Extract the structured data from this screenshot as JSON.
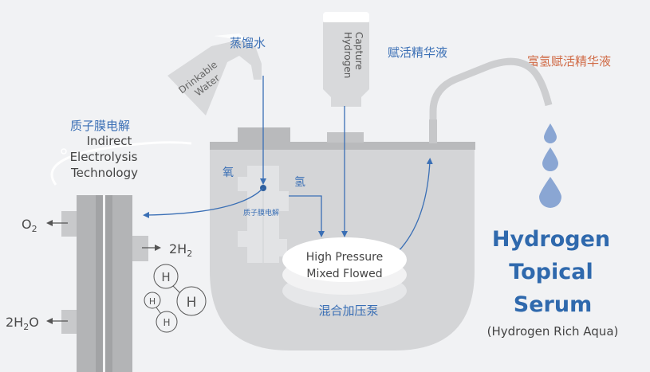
{
  "labels": {
    "distilled_water_cn": "蒸馏水",
    "drinkable_water_line1": "Drinkable",
    "drinkable_water_line2": "Water",
    "hydrogen_capture_line1": "Hydrogen",
    "hydrogen_capture_line2": "Capture",
    "activation_essence_cn": "赋活精华液",
    "rich_hydrogen_essence_cn": "富氢赋活精华液",
    "pem_electrolysis_cn": "质子膜电解",
    "indirect_line1": "Indirect",
    "indirect_line2": "Electrolysis",
    "indirect_line3": "Technology",
    "oxygen_cn": "氧",
    "hydrogen_cn": "氢",
    "pem_small_cn": "质子膜电解",
    "pump_line1": "High Pressure",
    "pump_line2": "Mixed Flowed",
    "pump_cn": "混合加压泵",
    "product_line1": "Hydrogen",
    "product_line2": "Topical",
    "product_line3": "Serum",
    "product_sub": "(Hydrogen Rich Aqua)"
  },
  "cell": {
    "o2_base": "O",
    "o2_sub": "2",
    "h2_coef": "2H",
    "h2_sub": "2",
    "h2o_coef": "2H",
    "h2o_sub": "2",
    "h2o_tail": "O"
  },
  "molecule": {
    "atoms": [
      "H",
      "H",
      "H",
      "H"
    ]
  },
  "colors": {
    "accent_blue": "#3a6fb5",
    "title_blue": "#2f69ad",
    "orange": "#d06a45",
    "tank": "#d4d5d7",
    "tank_dark": "#b9babc",
    "text_gray": "#4a4a4a",
    "drop": "#8aa6d3"
  }
}
